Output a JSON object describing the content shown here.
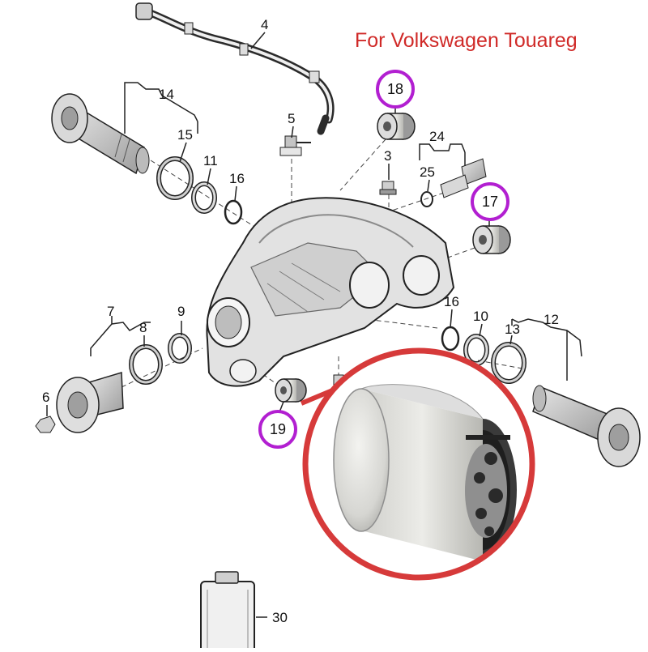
{
  "title": "For Volkswagen Touareg",
  "parts": {
    "p3": "3",
    "p4": "4",
    "p5": "5",
    "p6": "6",
    "p7": "7",
    "p8": "8",
    "p9": "9",
    "p10": "10",
    "p11": "11",
    "p12": "12",
    "p13": "13",
    "p14": "14",
    "p15": "15",
    "p16a": "16",
    "p16b": "16",
    "p24": "24",
    "p25": "25",
    "p30": "30"
  },
  "highlighted": {
    "p17": "17",
    "p18": "18",
    "p19": "19"
  },
  "colors": {
    "highlight_ring": "#b21fd1",
    "inset_border": "#d63a3a",
    "title_color": "#d02a28"
  }
}
